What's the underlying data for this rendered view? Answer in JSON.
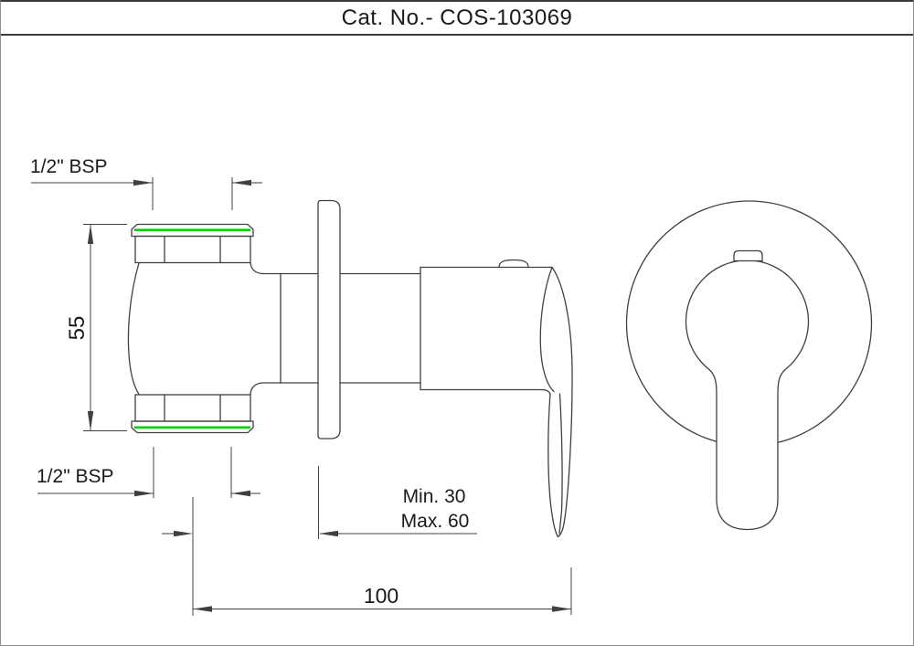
{
  "title": {
    "catalog_label": "Cat. No.- COS-103069"
  },
  "drawing": {
    "labels": {
      "thread_top": "1/2\" BSP",
      "thread_bottom": "1/2\" BSP",
      "height_dim": "55",
      "depth_min": "Min. 30",
      "depth_max": "Max. 60",
      "length_dim": "100"
    },
    "colors": {
      "line": "#404040",
      "gasket": "#00d300",
      "text": "#1a1a1a",
      "border": "#8f8f8f"
    }
  }
}
